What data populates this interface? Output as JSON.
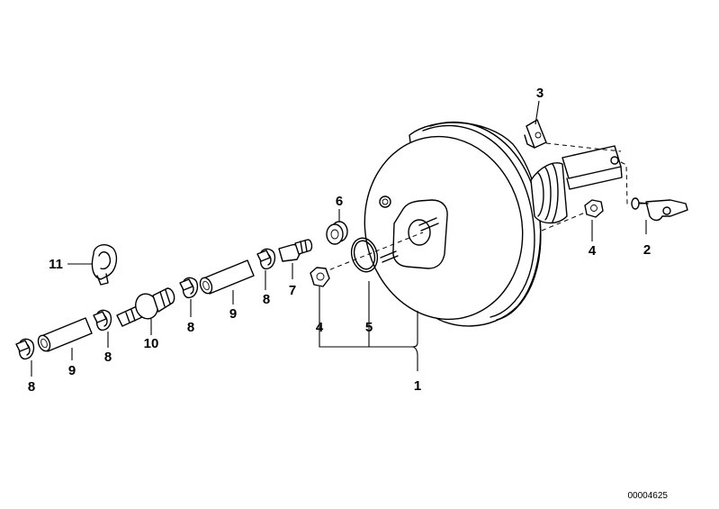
{
  "diagram": {
    "drawing_number": "00004625",
    "callouts": {
      "c1": "1",
      "c2": "2",
      "c3": "3",
      "c4a": "4",
      "c4b": "4",
      "c5": "5",
      "c6": "6",
      "c7": "7",
      "c8a": "8",
      "c8b": "8",
      "c8c": "8",
      "c8d": "8",
      "c9a": "9",
      "c9b": "9",
      "c10": "10",
      "c11": "11"
    }
  }
}
